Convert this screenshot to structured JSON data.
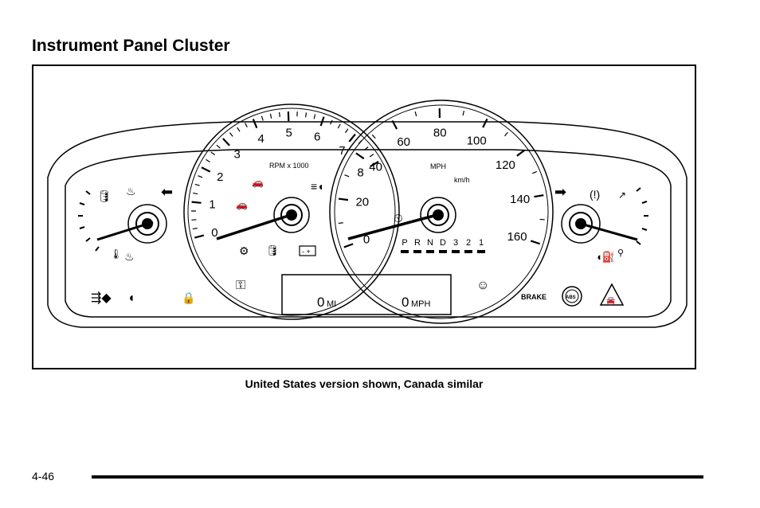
{
  "page": {
    "title": "Instrument Panel Cluster",
    "caption": "United States version shown, Canada similar",
    "page_number": "4-46"
  },
  "cluster": {
    "tachometer": {
      "ticks": [
        "0",
        "1",
        "2",
        "3",
        "4",
        "5",
        "6",
        "7",
        "8"
      ],
      "label": "RPM x 1000"
    },
    "speedometer": {
      "ticks": [
        "0",
        "20",
        "40",
        "60",
        "80",
        "100",
        "120",
        "140",
        "160"
      ],
      "unit_mph": "MPH",
      "unit_kmh": "km/h"
    },
    "gear_indicator": [
      "P",
      "R",
      "N",
      "D",
      "3",
      "2",
      "1"
    ],
    "odometer": {
      "value": "0",
      "unit": "MI"
    },
    "speed_display": {
      "value": "0",
      "unit": "MPH"
    },
    "brake_label": "BRAKE",
    "abs_label": "ABS",
    "icons": [
      "oil-can-icon",
      "coolant-temp-icon",
      "turn-left-arrow-icon",
      "turn-right-arrow-icon",
      "tire-pressure-icon",
      "fuel-pump-icon",
      "check-engine-icon",
      "oil-pressure-icon",
      "battery-icon",
      "headlight-icon",
      "fog-lamp-icon",
      "security-lock-icon",
      "seatbelt-icon",
      "airbag-icon",
      "abs-icon",
      "traction-control-icon",
      "cruise-control-icon",
      "high-beam-icon",
      "door-open-icon"
    ]
  }
}
